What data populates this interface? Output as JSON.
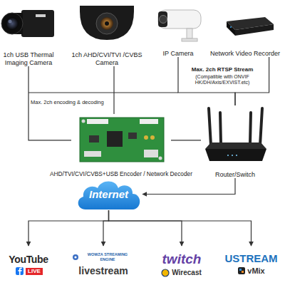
{
  "diagram": {
    "nodes": [
      {
        "text": [
          "1ch USB Thermal Imaging Camera"
        ]
      },
      {
        "text": [
          "1ch AHD/CVI/TVI /CVBS Camera"
        ]
      },
      {
        "text": [
          "IP Camera"
        ]
      },
      {
        "text": [
          "Network Video Recorder"
        ]
      },
      {
        "text": [
          "AHD/TVI/CVI/CVBS+USB Encoder / Network Decoder"
        ]
      },
      {
        "text": [
          "Router/Switch"
        ]
      },
      {
        "text": [
          "Internet"
        ]
      },
      {
        "text": [
          "YouTube",
          "LIVE"
        ]
      },
      {
        "text": [
          "WOWZA STREAMING ENGINE",
          "livestream"
        ]
      },
      {
        "text": [
          "twitch",
          "Wirecast"
        ]
      },
      {
        "text": [
          "USTREAM",
          "vMix"
        ]
      }
    ],
    "edges": [
      {
        "from": 0,
        "to": 4,
        "arrow": "none"
      },
      {
        "from": 1,
        "to": 4,
        "arrow": "none"
      },
      {
        "from": 2,
        "to": 5,
        "arrow": "none"
      },
      {
        "from": 3,
        "to": 5,
        "arrow": "none"
      },
      {
        "from": 4,
        "to": 5,
        "arrow": "none"
      },
      {
        "from": 5,
        "to": 6,
        "arrow": "to"
      },
      {
        "from": 6,
        "to": 7,
        "arrow": "to"
      },
      {
        "from": 6,
        "to": 8,
        "arrow": "to"
      },
      {
        "from": 6,
        "to": 9,
        "arrow": "to"
      },
      {
        "from": 6,
        "to": 10,
        "arrow": "to"
      }
    ],
    "labels": [
      "Max. 2ch RTSP Stream",
      "(Compatible with ONVIF HK/DH/Axis/EXVIST.etc)",
      "Max. 2ch encoding & decoding"
    ]
  }
}
